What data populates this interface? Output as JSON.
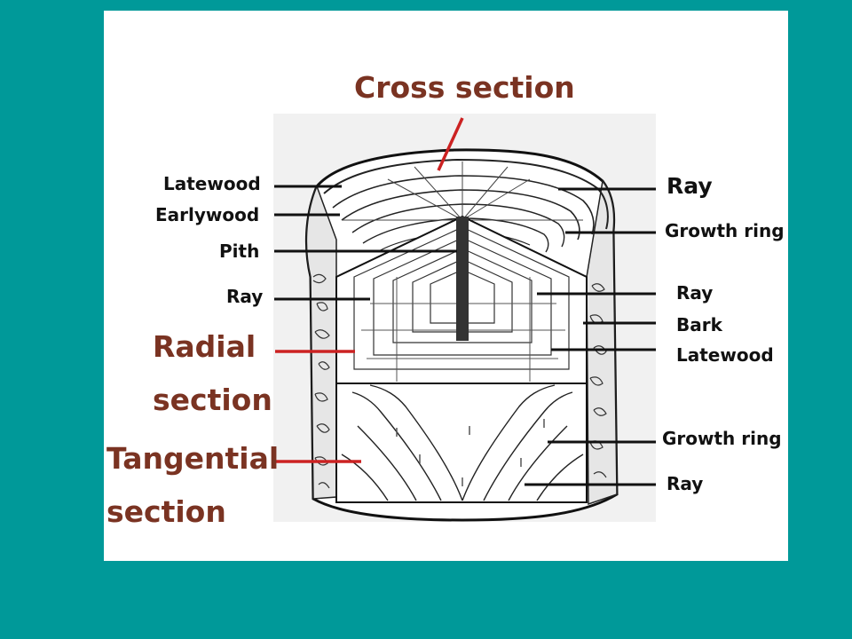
{
  "colors": {
    "background": "#009999",
    "slide": "#ffffff",
    "section_label": "#7a3322",
    "section_pointer": "#cc2222",
    "part_label": "#111111"
  },
  "section_labels": {
    "cross": "Cross section",
    "radial_line1": "Radial",
    "radial_line2": "section",
    "tangential_line1": "Tangential",
    "tangential_line2": "section"
  },
  "left_labels": {
    "latewood": "Latewood",
    "earlywood": "Earlywood",
    "pith": "Pith",
    "ray": "Ray"
  },
  "right_labels": {
    "ray_top": "Ray",
    "growth_ring_top": "Growth ring",
    "ray_mid": "Ray",
    "bark": "Bark",
    "latewood": "Latewood",
    "growth_ring_bottom": "Growth ring",
    "ray_bottom": "Ray"
  }
}
